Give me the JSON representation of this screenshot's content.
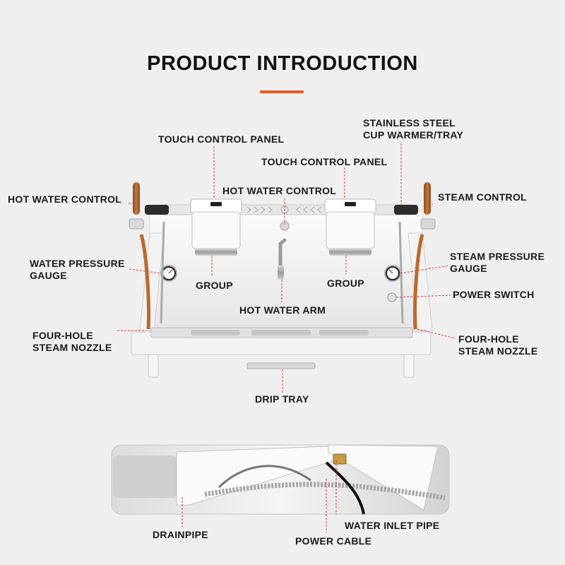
{
  "title": "PRODUCT INTRODUCTION",
  "colors": {
    "accent": "#e2602a",
    "leader": "#e23b3b",
    "background": "#efefef"
  },
  "labels": {
    "touch_panel_left": "TOUCH CONTROL PANEL",
    "cup_warmer_line1": "STAINLESS STEEL",
    "cup_warmer_line2": "CUP WARMER/TRAY",
    "touch_panel_right": "TOUCH CONTROL PANEL",
    "hot_water_control_center": "HOT WATER CONTROL",
    "hot_water_control_left": "HOT WATER CONTROL",
    "steam_control": "STEAM CONTROL",
    "water_pressure_line1": "WATER PRESSURE",
    "water_pressure_line2": "GAUGE",
    "steam_pressure_line1": "STEAM PRESSURE",
    "steam_pressure_line2": "GAUGE",
    "group_left": "GROUP",
    "group_right": "GROUP",
    "power_switch": "POWER SWITCH",
    "hot_water_arm": "HOT WATER ARM",
    "steam_nozzle_left_line1": "FOUR-HOLE",
    "steam_nozzle_left_line2": "STEAM NOZZLE",
    "steam_nozzle_right_line1": "FOUR-HOLE",
    "steam_nozzle_right_line2": "STEAM NOZZLE",
    "drip_tray": "DRIP TRAY",
    "drainpipe": "DRAINPIPE",
    "water_inlet_pipe": "WATER INLET PIPE",
    "power_cable": "POWER CABLE"
  }
}
